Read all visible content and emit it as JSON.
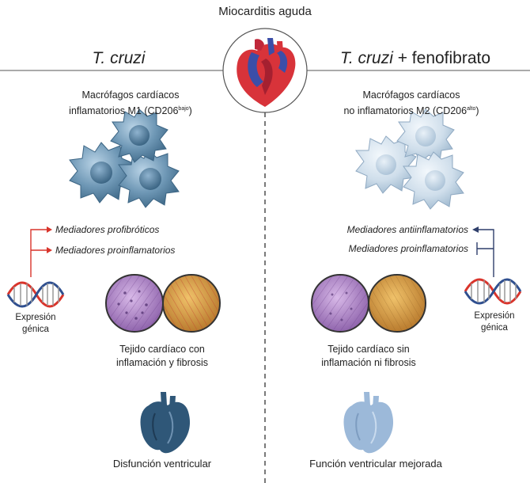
{
  "title": "Miocarditis aguda",
  "left": {
    "heading": "T. cruzi",
    "macrophage_line1": "Macrófagos cardíacos",
    "macrophage_line2": "inflamatorios M1 (CD206",
    "macrophage_sup": "bajo",
    "macrophage_close": ")",
    "mediators": [
      "Mediadores profibróticos",
      "Mediadores proinflamatorios"
    ],
    "gene_line1": "Expresión",
    "gene_line2": "génica",
    "tissue_line1": "Tejido cardíaco con",
    "tissue_line2": "inflamación y fibrosis",
    "outcome": "Disfunción ventricular"
  },
  "right": {
    "heading_italic": "T. cruzi",
    "heading_rest": " + fenofibrato",
    "macrophage_line1": "Macrófagos cardíacos",
    "macrophage_line2": "no inflamatorios M2 (CD206",
    "macrophage_sup": "alto",
    "macrophage_close": ")",
    "mediators": [
      "Mediadores antiinflamatorios",
      "Mediadores proinflamatorios"
    ],
    "gene_line1": "Expresión",
    "gene_line2": "génica",
    "tissue_line1": "Tejido cardíaco sin",
    "tissue_line2": "inflamación ni fibrosis",
    "outcome": "Función ventricular mejorada"
  },
  "colors": {
    "arrow_red": "#d9342b",
    "arrow_navy": "#2f3f6b",
    "cell_inflammatory": "#5e88a6",
    "cell_noninflammatory": "#bcd0e2",
    "heart_dark": "#2f5778",
    "heart_light": "#9cb9d9"
  }
}
